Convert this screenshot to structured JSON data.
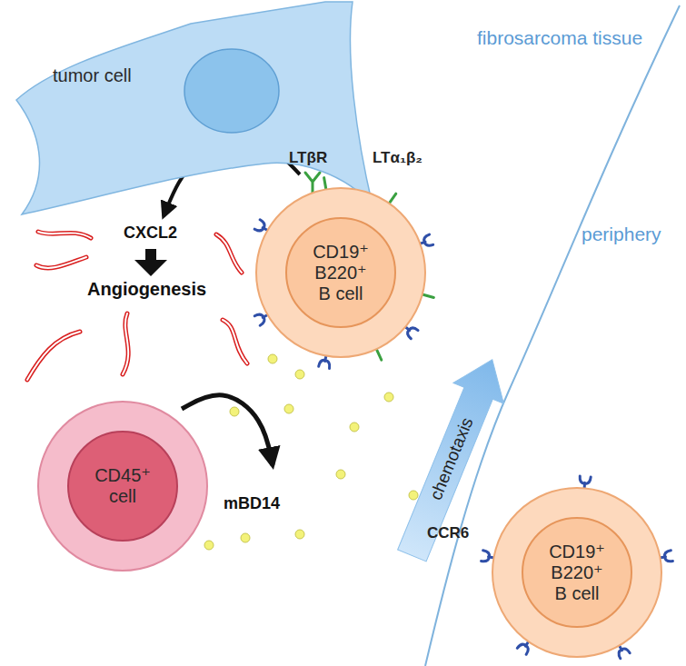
{
  "diagram": {
    "nodes": [
      {
        "text": [
          "tumor cell"
        ]
      },
      {
        "text": [
          "CD19⁺ B220⁺ B cell"
        ]
      },
      {
        "text": [
          "CD45⁺ cell"
        ]
      },
      {
        "text": [
          "CD19⁺ B220⁺ B cell"
        ]
      }
    ],
    "labels": [
      "fibrosarcoma tissue",
      "periphery",
      "LTβR",
      "LTα₁β₂",
      "CXCL2",
      "Angiogenesis",
      "mBD14",
      "chemotaxis",
      "CCR6"
    ]
  }
}
